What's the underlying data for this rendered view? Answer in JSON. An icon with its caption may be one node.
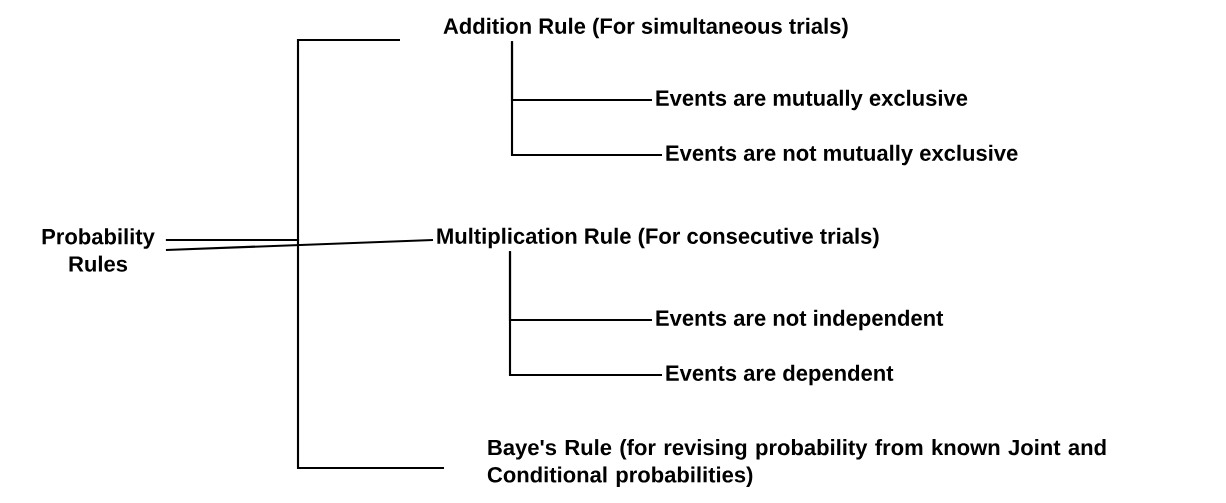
{
  "diagram": {
    "nodes": [
      {
        "text": [
          "Probability Rules"
        ]
      },
      {
        "text": [
          "Addition Rule (For simultaneous trials)"
        ]
      },
      {
        "text": [
          "Events are mutually exclusive"
        ]
      },
      {
        "text": [
          "Events are not mutually exclusive"
        ]
      },
      {
        "text": [
          "Multiplication Rule (For consecutive trials)"
        ]
      },
      {
        "text": [
          "Events are not independent"
        ]
      },
      {
        "text": [
          "Events are dependent"
        ]
      },
      {
        "text": [
          "Baye's Rule (for revising probability from known Joint and Conditional probabilities)"
        ]
      }
    ],
    "edges": [
      {
        "from": 0,
        "to": 1,
        "arrow": "none"
      },
      {
        "from": 0,
        "to": 4,
        "arrow": "none"
      },
      {
        "from": 0,
        "to": 7,
        "arrow": "none"
      },
      {
        "from": 1,
        "to": 2,
        "arrow": "none"
      },
      {
        "from": 1,
        "to": 3,
        "arrow": "none"
      },
      {
        "from": 4,
        "to": 5,
        "arrow": "none"
      },
      {
        "from": 4,
        "to": 6,
        "arrow": "none"
      }
    ]
  }
}
